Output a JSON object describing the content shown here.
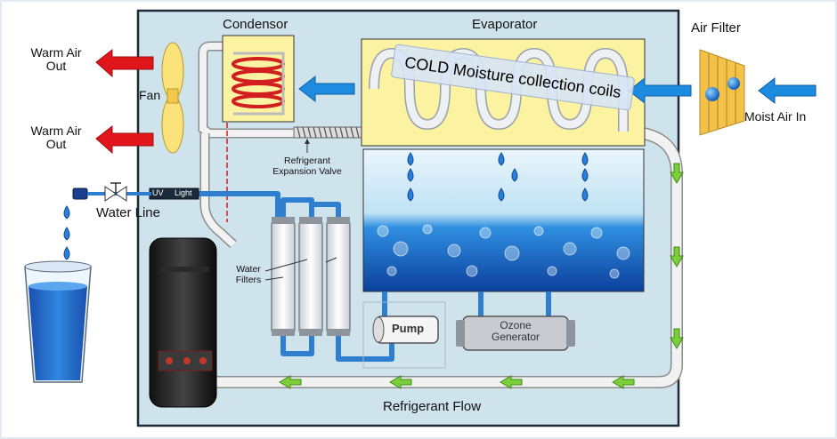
{
  "labels": {
    "condensor": "Condensor",
    "evaporator": "Evaporator",
    "air_filter": "Air Filter",
    "moist_air_in": "Moist Air In",
    "warm_air_out_1": "Warm Air\nOut",
    "warm_air_out_2": "Warm Air\nOut",
    "fan": "Fan",
    "cold_coils": "COLD Moisture collection coils",
    "expansion_valve": "Refrigerant\nExpansion Valve",
    "uv": "UV",
    "light": "Light",
    "water_line": "Water Line",
    "water_filters": "Water\nFilters",
    "pump": "Pump",
    "ozone_generator": "Ozone\nGenerator",
    "refrigerant_flow": "Refrigerant Flow"
  },
  "colors": {
    "housing": "#cfe3ec",
    "condensor_box": "#fbf3a2",
    "evaporator_box": "#fbf3a2",
    "arrow_blue": "#1d8be0",
    "arrow_red": "#e0161b",
    "arrow_green": "#7ccf3b",
    "water": "#1e63c8",
    "pipe": "#2f7fd1"
  }
}
